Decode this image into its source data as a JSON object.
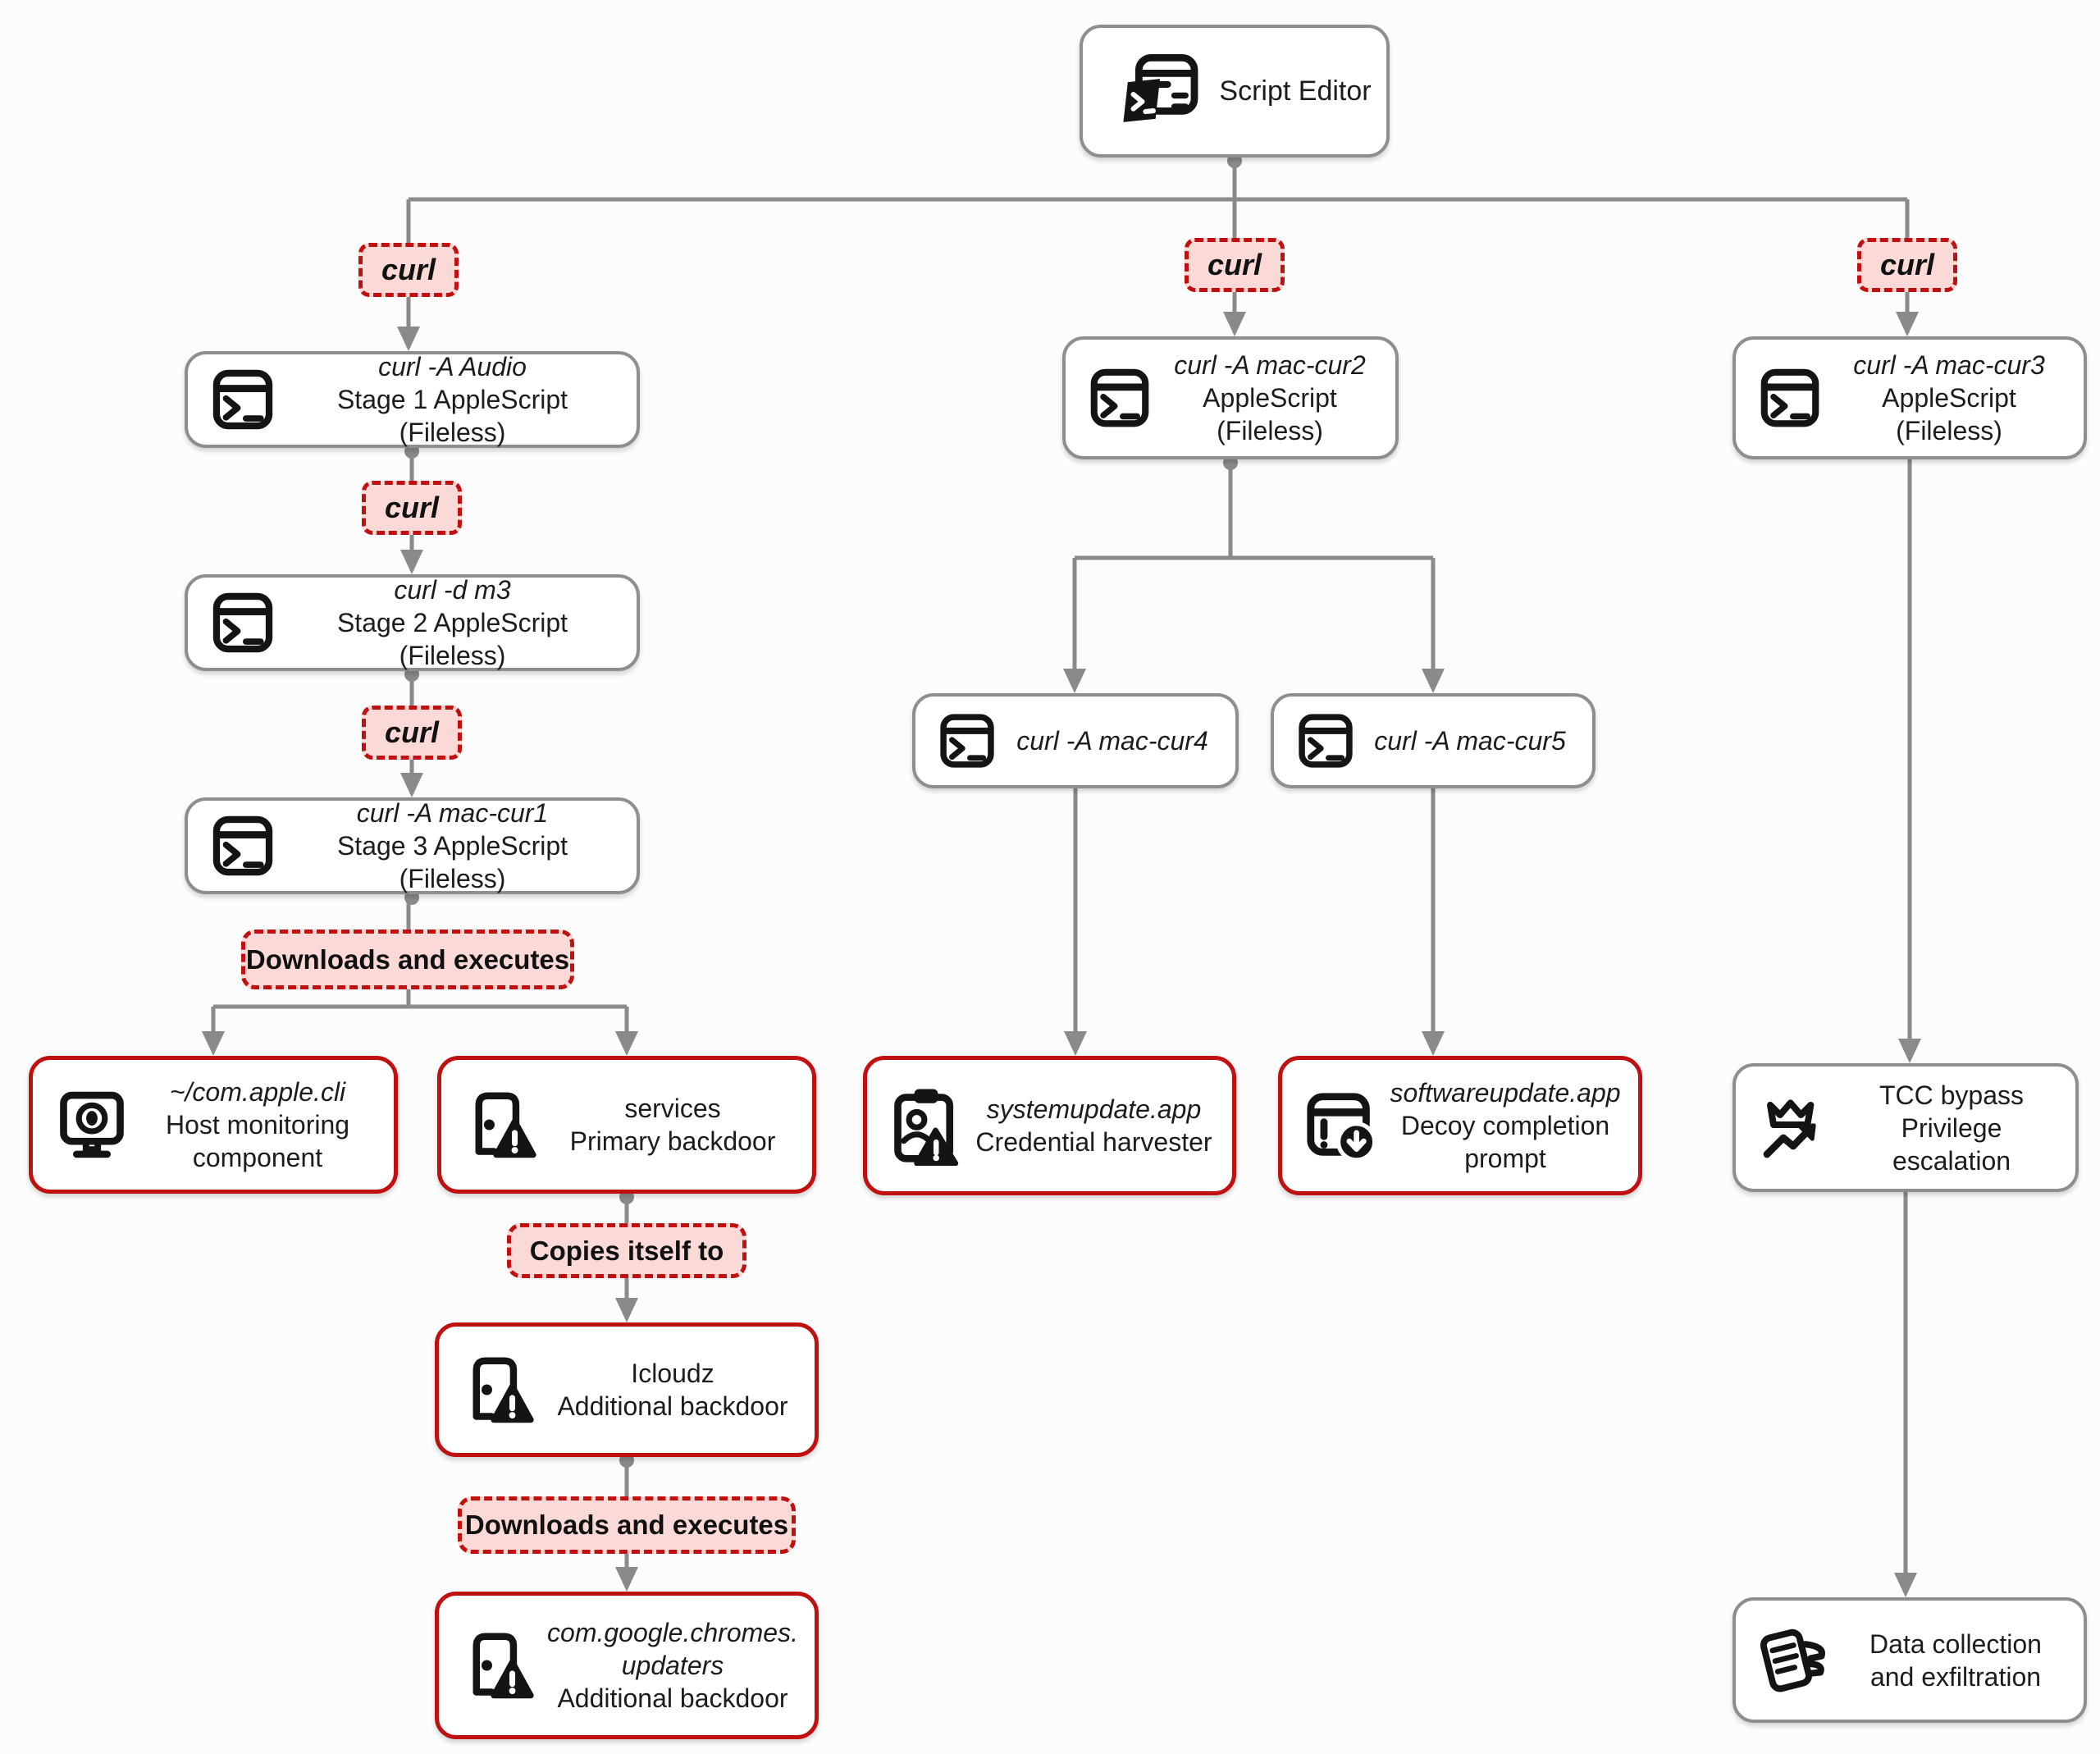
{
  "colors": {
    "background": "#fcfcfc",
    "node_border_gray": "#8e8e8e",
    "node_border_red": "#c01010",
    "connector_gray": "#8a8a8a",
    "label_background_pink": "#fbd9d6",
    "label_border_red": "#c01010",
    "text": "#1a1a1a",
    "icon_black": "#141414"
  },
  "icons": {
    "script-editor-icon": "layered app window with terminal prompt",
    "terminal-icon": "terminal window with prompt",
    "monitor-camera-icon": "monitor with surveillance lens",
    "backdoor-warning-icon": "open door with warning triangle",
    "credential-clipboard-icon": "clipboard with person and warning triangle",
    "decoy-update-icon": "alert window with download badge",
    "crown-escalation-icon": "crown with rising zigzag arrow",
    "document-exfil-icon": "document pages being grabbed"
  },
  "nodes": {
    "script_editor": {
      "label": "Script Editor"
    },
    "stage1": {
      "command": "curl -A Audio",
      "description": "Stage 1 AppleScript (Fileless)"
    },
    "stage2": {
      "command": "curl -d m3",
      "description": "Stage 2 AppleScript (Fileless)"
    },
    "stage3": {
      "command": "curl -A mac-cur1",
      "description": "Stage 3 AppleScript (Fileless)"
    },
    "mac_cur2": {
      "command": "curl -A mac-cur2",
      "description": "AppleScript (Fileless)"
    },
    "mac_cur3": {
      "command": "curl -A mac-cur3",
      "description": "AppleScript (Fileless)"
    },
    "mac_cur4": {
      "command": "curl -A mac-cur4"
    },
    "mac_cur5": {
      "command": "curl -A mac-cur5"
    },
    "host_monitor": {
      "path": "~/com.apple.cli",
      "description_line1": "Host monitoring",
      "description_line2": "component"
    },
    "services": {
      "name": "services",
      "description": "Primary backdoor"
    },
    "systemupdate": {
      "name": "systemupdate.app",
      "description": "Credential harvester"
    },
    "softwareupdate": {
      "name": "softwareupdate.app",
      "description_line1": "Decoy completion",
      "description_line2": "prompt"
    },
    "icloudz": {
      "name": "Icloudz",
      "description": "Additional backdoor"
    },
    "chromes": {
      "name_line1": "com.google.chromes.",
      "name_line2": "updaters",
      "description": "Additional backdoor"
    },
    "tcc_bypass": {
      "title": "TCC bypass",
      "description": "Privilege escalation"
    },
    "data_exfil": {
      "title": "Data collection",
      "description": "and exfiltration"
    }
  },
  "edge_labels": {
    "curl_left_1": "curl",
    "curl_middle": "curl",
    "curl_right": "curl",
    "curl_left_2": "curl",
    "curl_left_3": "curl",
    "downloads_executes_1": "Downloads and executes",
    "copies_itself": "Copies itself to",
    "downloads_executes_2": "Downloads and executes"
  }
}
